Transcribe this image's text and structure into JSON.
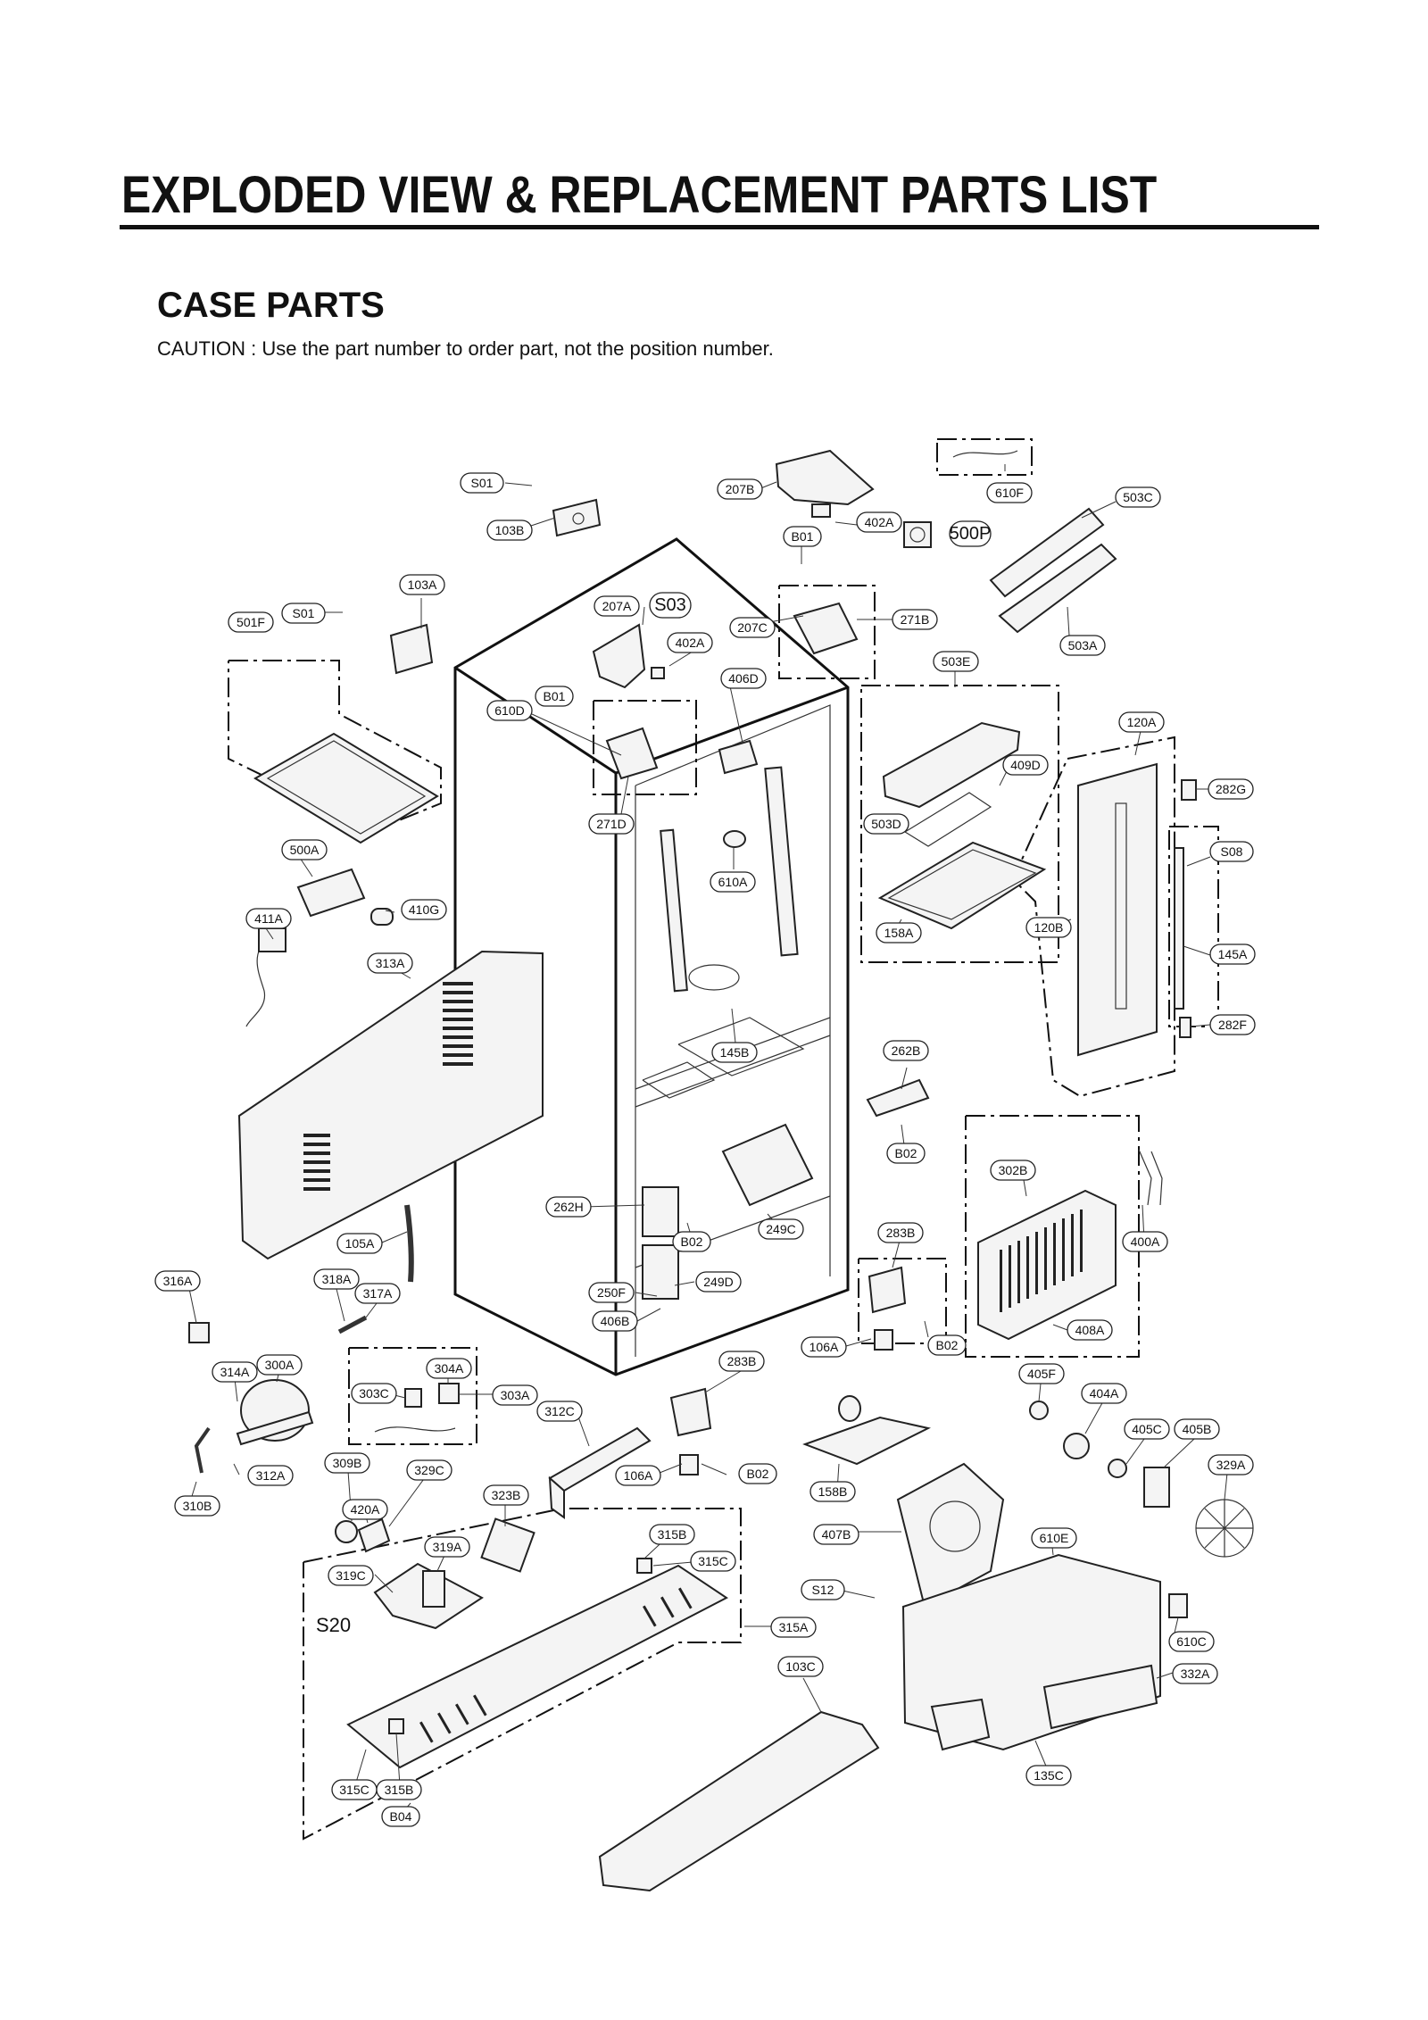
{
  "header": {
    "title": "EXPLODED VIEW & REPLACEMENT PARTS LIST",
    "section": "CASE PARTS",
    "caution": "CAUTION : Use the part number to order part, not the position number."
  },
  "callouts": {
    "S01a": "S01",
    "S01b": "S01",
    "103B": "103B",
    "103A": "103A",
    "501F": "501F",
    "207B": "207B",
    "402A_top": "402A",
    "B01_top": "B01",
    "500P": "500P",
    "610F": "610F",
    "503C": "503C",
    "207A": "207A",
    "S03": "S03",
    "402A_mid": "402A",
    "207C": "207C",
    "271B": "271B",
    "503A": "503A",
    "503E": "503E",
    "406D": "406D",
    "B01_mid": "B01",
    "610D": "610D",
    "120A": "120A",
    "409D": "409D",
    "282G": "282G",
    "271D": "271D",
    "503D": "503D",
    "S08": "S08",
    "500A": "500A",
    "610A": "610A",
    "411A": "411A",
    "410G": "410G",
    "120B": "120B",
    "158A": "158A",
    "313A": "313A",
    "145A": "145A",
    "145B": "145B",
    "282F": "282F",
    "262B": "262B",
    "B02_r": "B02",
    "302B": "302B",
    "262H": "262H",
    "249C": "249C",
    "283B_r": "283B",
    "105A": "105A",
    "B02_c": "B02",
    "400A": "400A",
    "316A": "316A",
    "318A": "318A",
    "317A": "317A",
    "250F": "250F",
    "249D": "249D",
    "406B": "406B",
    "408A": "408A",
    "106A_r": "106A",
    "B02_r2": "B02",
    "300A": "300A",
    "314A": "314A",
    "304A": "304A",
    "303C": "303C",
    "303A": "303A",
    "283B_c": "283B",
    "405F": "405F",
    "404A": "404A",
    "312C": "312C",
    "405C": "405C",
    "405B": "405B",
    "309B": "309B",
    "329C": "329C",
    "106A_c": "106A",
    "B02_c2": "B02",
    "312A": "312A",
    "329A": "329A",
    "158B": "158B",
    "310B": "310B",
    "323B": "323B",
    "420A": "420A",
    "407B": "407B",
    "315B_top": "315B",
    "610E": "610E",
    "319A": "319A",
    "315C_top": "315C",
    "319C": "319C",
    "S12": "S12",
    "S20": "S20",
    "315A": "315A",
    "610C": "610C",
    "103C": "103C",
    "332A": "332A",
    "315C_bot": "315C",
    "315B_bot": "315B",
    "135C": "135C",
    "B04": "B04"
  }
}
